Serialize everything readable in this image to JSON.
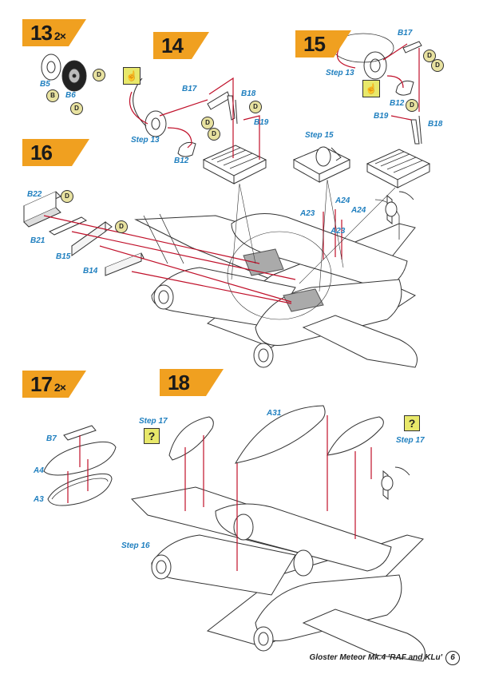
{
  "steps": [
    {
      "num": "13",
      "mult": "2×"
    },
    {
      "num": "14",
      "mult": ""
    },
    {
      "num": "15",
      "mult": ""
    },
    {
      "num": "16",
      "mult": ""
    },
    {
      "num": "17",
      "mult": "2×"
    },
    {
      "num": "18",
      "mult": ""
    }
  ],
  "labels": {
    "b5": "B5",
    "b6": "B6",
    "s14_b17": "B17",
    "s14_b18": "B18",
    "s14_b19": "B19",
    "s14_b12": "B12",
    "s14_step13": "Step 13",
    "s15_b17": "B17",
    "s15_step13": "Step 13",
    "s15_b12": "B12",
    "s15_b19": "B19",
    "s15_b18": "B18",
    "step15": "Step 15",
    "b22": "B22",
    "b21": "B21",
    "b15": "B15",
    "b14": "B14",
    "a23a": "A23",
    "a24a": "A24",
    "a24b": "A24",
    "a23b": "A23",
    "b7": "B7",
    "a4": "A4",
    "a3": "A3",
    "s18_step17a": "Step 17",
    "a31": "A31",
    "s18_step17b": "Step 17",
    "s18_step16": "Step 16"
  },
  "badges": {
    "d": "D",
    "b": "B"
  },
  "qmark": "?",
  "hand": "☝",
  "footer": {
    "title": "Gloster Meteor Mk.4 'RAF and KLu'",
    "page": "6"
  }
}
